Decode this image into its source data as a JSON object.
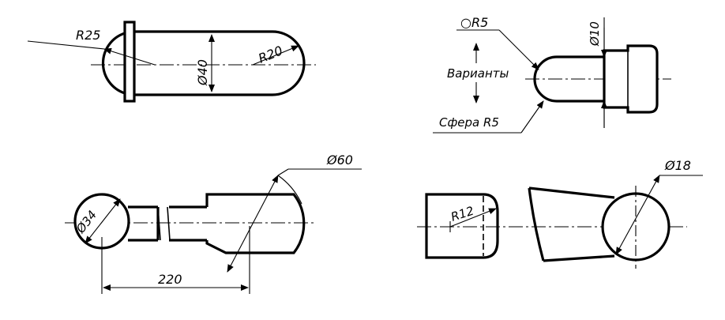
{
  "figures": {
    "top_left": {
      "labels": {
        "r25": "R25",
        "d40": "Ø40",
        "r20": "R20"
      }
    },
    "top_right": {
      "labels": {
        "sphere_r5_top": "○R5",
        "d10": "Ø10",
        "variants": "Варианты",
        "sphere_r5": "Сфера R5"
      }
    },
    "bottom_left": {
      "labels": {
        "d34": "Ø34",
        "d60": "Ø60",
        "len220": "220"
      }
    },
    "bottom_right": {
      "labels": {
        "r12": "R12",
        "d18": "Ø18"
      }
    }
  }
}
